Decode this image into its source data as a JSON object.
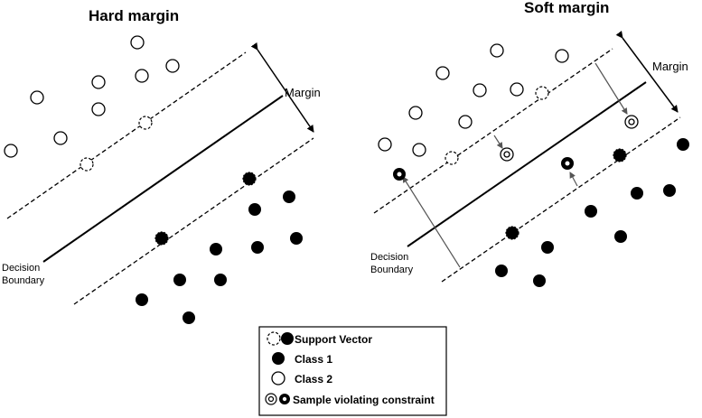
{
  "panels": {
    "hard": {
      "title": "Hard margin",
      "margin_label": "Margin",
      "boundary_label_line1": "Decision",
      "boundary_label_line2": "Boundary"
    },
    "soft": {
      "title": "Soft margin",
      "margin_label": "Margin",
      "boundary_label_line1": "Decision",
      "boundary_label_line2": "Boundary"
    }
  },
  "legend": {
    "support_vector": "Support Vector",
    "class1": "Class 1",
    "class2": "Class 2",
    "violating": "Sample violating constraint"
  },
  "colors": {
    "class1_fill": "#000000",
    "class2_fill": "#ffffff",
    "stroke": "#000000",
    "arrow_gray": "#555555"
  }
}
